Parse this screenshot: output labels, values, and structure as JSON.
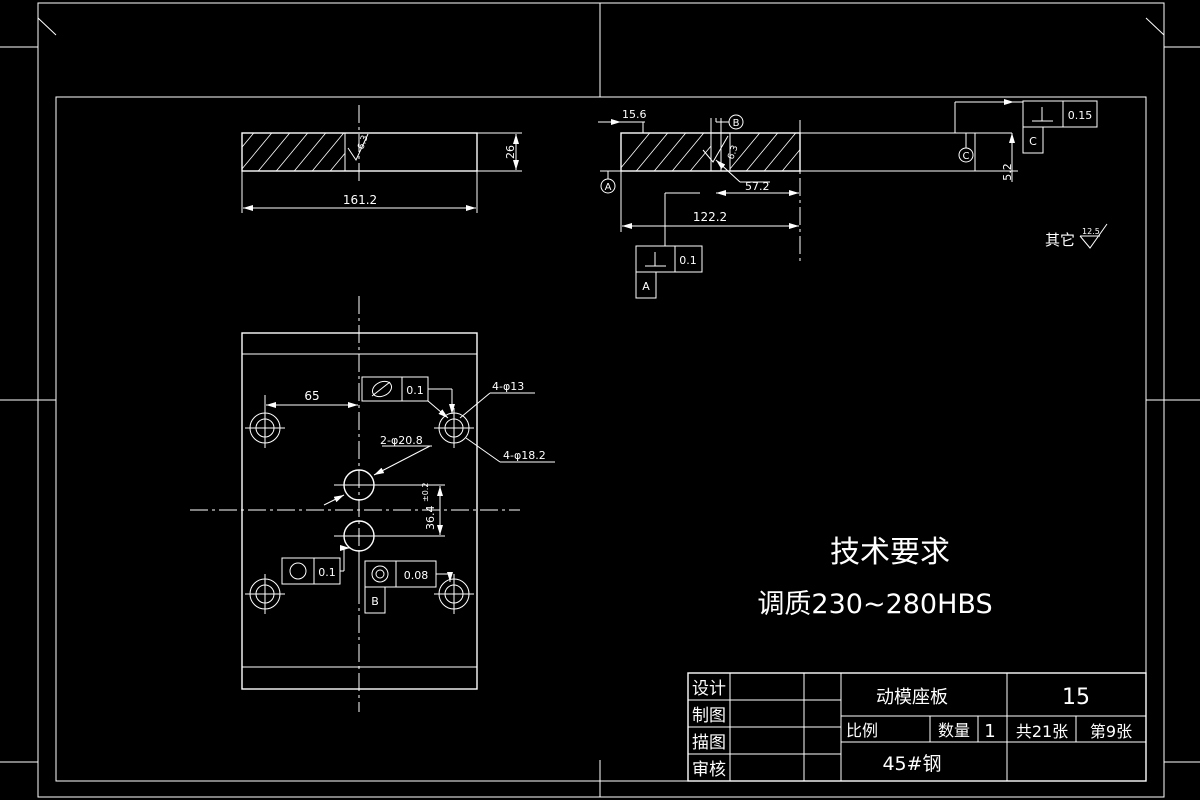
{
  "top_view": {
    "width_dim": "161.2",
    "thickness_dim": "26",
    "roughness": "6.3"
  },
  "section_view": {
    "dim_15_6": "15.6",
    "dim_57_2": "57.2",
    "dim_122_2": "122.2",
    "dim_5_2": "5.2",
    "roughness": "6.3",
    "datum_a": "A",
    "datum_b": "B",
    "datum_c": "C",
    "tol_perp_a": "0.1",
    "tol_perp_c": "0.15"
  },
  "other_roughness": {
    "label": "其它",
    "value": "12.5"
  },
  "plan_view": {
    "dim_65": "65",
    "hole_13": "4-φ13",
    "hole_18_2": "4-φ18.2",
    "hole_20_8": "2-φ20.8",
    "dim_36_4": "36.4",
    "dim_36_4_tol": "±0.2",
    "tol_cyl": "0.1",
    "tol_round": "0.1",
    "tol_coax": "0.08",
    "datum_b": "B"
  },
  "tech_requirements": {
    "title": "技术要求",
    "text": "调质230~280HBS"
  },
  "title_block": {
    "sign_rows": [
      "设计",
      "制图",
      "描图",
      "审核"
    ],
    "part_name": "动模座板",
    "drawing_no": "15",
    "scale_label": "比例",
    "qty_label": "数量",
    "qty_value": "1",
    "total_sheets": "共21张",
    "sheet_no": "第9张",
    "material": "45#钢"
  }
}
